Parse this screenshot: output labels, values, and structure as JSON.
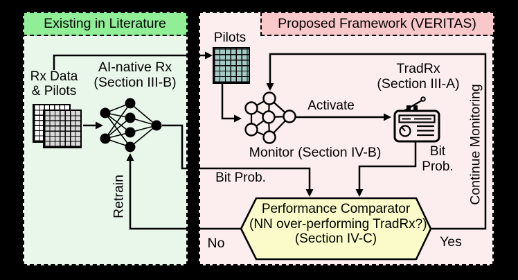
{
  "panels": {
    "left": {
      "title": "Existing in Literature",
      "rx_data": {
        "line1": "Rx Data",
        "line2": "& Pilots"
      },
      "ai_rx": {
        "line1": "AI-native Rx",
        "line2": "(Section III-B)"
      },
      "retrain": "Retrain"
    },
    "right": {
      "title": "Proposed Framework (VERITAS)",
      "pilots": "Pilots",
      "tradrx": {
        "line1": "TradRx",
        "line2": "(Section III-A)"
      },
      "activate": "Activate",
      "monitor": "Monitor (Section IV-B)",
      "bit_prob_nn": "Bit Prob.",
      "bit_prob_trad": {
        "line1": "Bit",
        "line2": "Prob."
      },
      "continue_monitoring": "Continue Monitoring",
      "comparator": {
        "line1": "Performance Comparator",
        "line2": "(NN over-performing TradRx?)",
        "line3": "(Section IV-C)"
      },
      "no": "No",
      "yes": "Yes"
    }
  },
  "icons": {
    "rx_data_grid": "layered-data-grid-icon",
    "pilots_grid": "pilot-data-grid-icon",
    "ai_nn": "neural-network-filled-icon",
    "monitor_nn": "neural-network-outline-icon",
    "tradrx_radio": "radio-receiver-icon"
  },
  "colors": {
    "canvas_bg": "#000000",
    "left_header_bg": "#90ee97",
    "left_body_bg": "#e9f7eb",
    "right_header_bg": "#f8c8ca",
    "right_body_bg": "#fcedee",
    "comparator_bg": "#fafbc8",
    "pilots_grid_bg": "#a2c9c3",
    "rx_grid_front_bg": "#d8d8d8",
    "rx_grid_back_bg": "#ffffff",
    "line_color": "#000000"
  }
}
